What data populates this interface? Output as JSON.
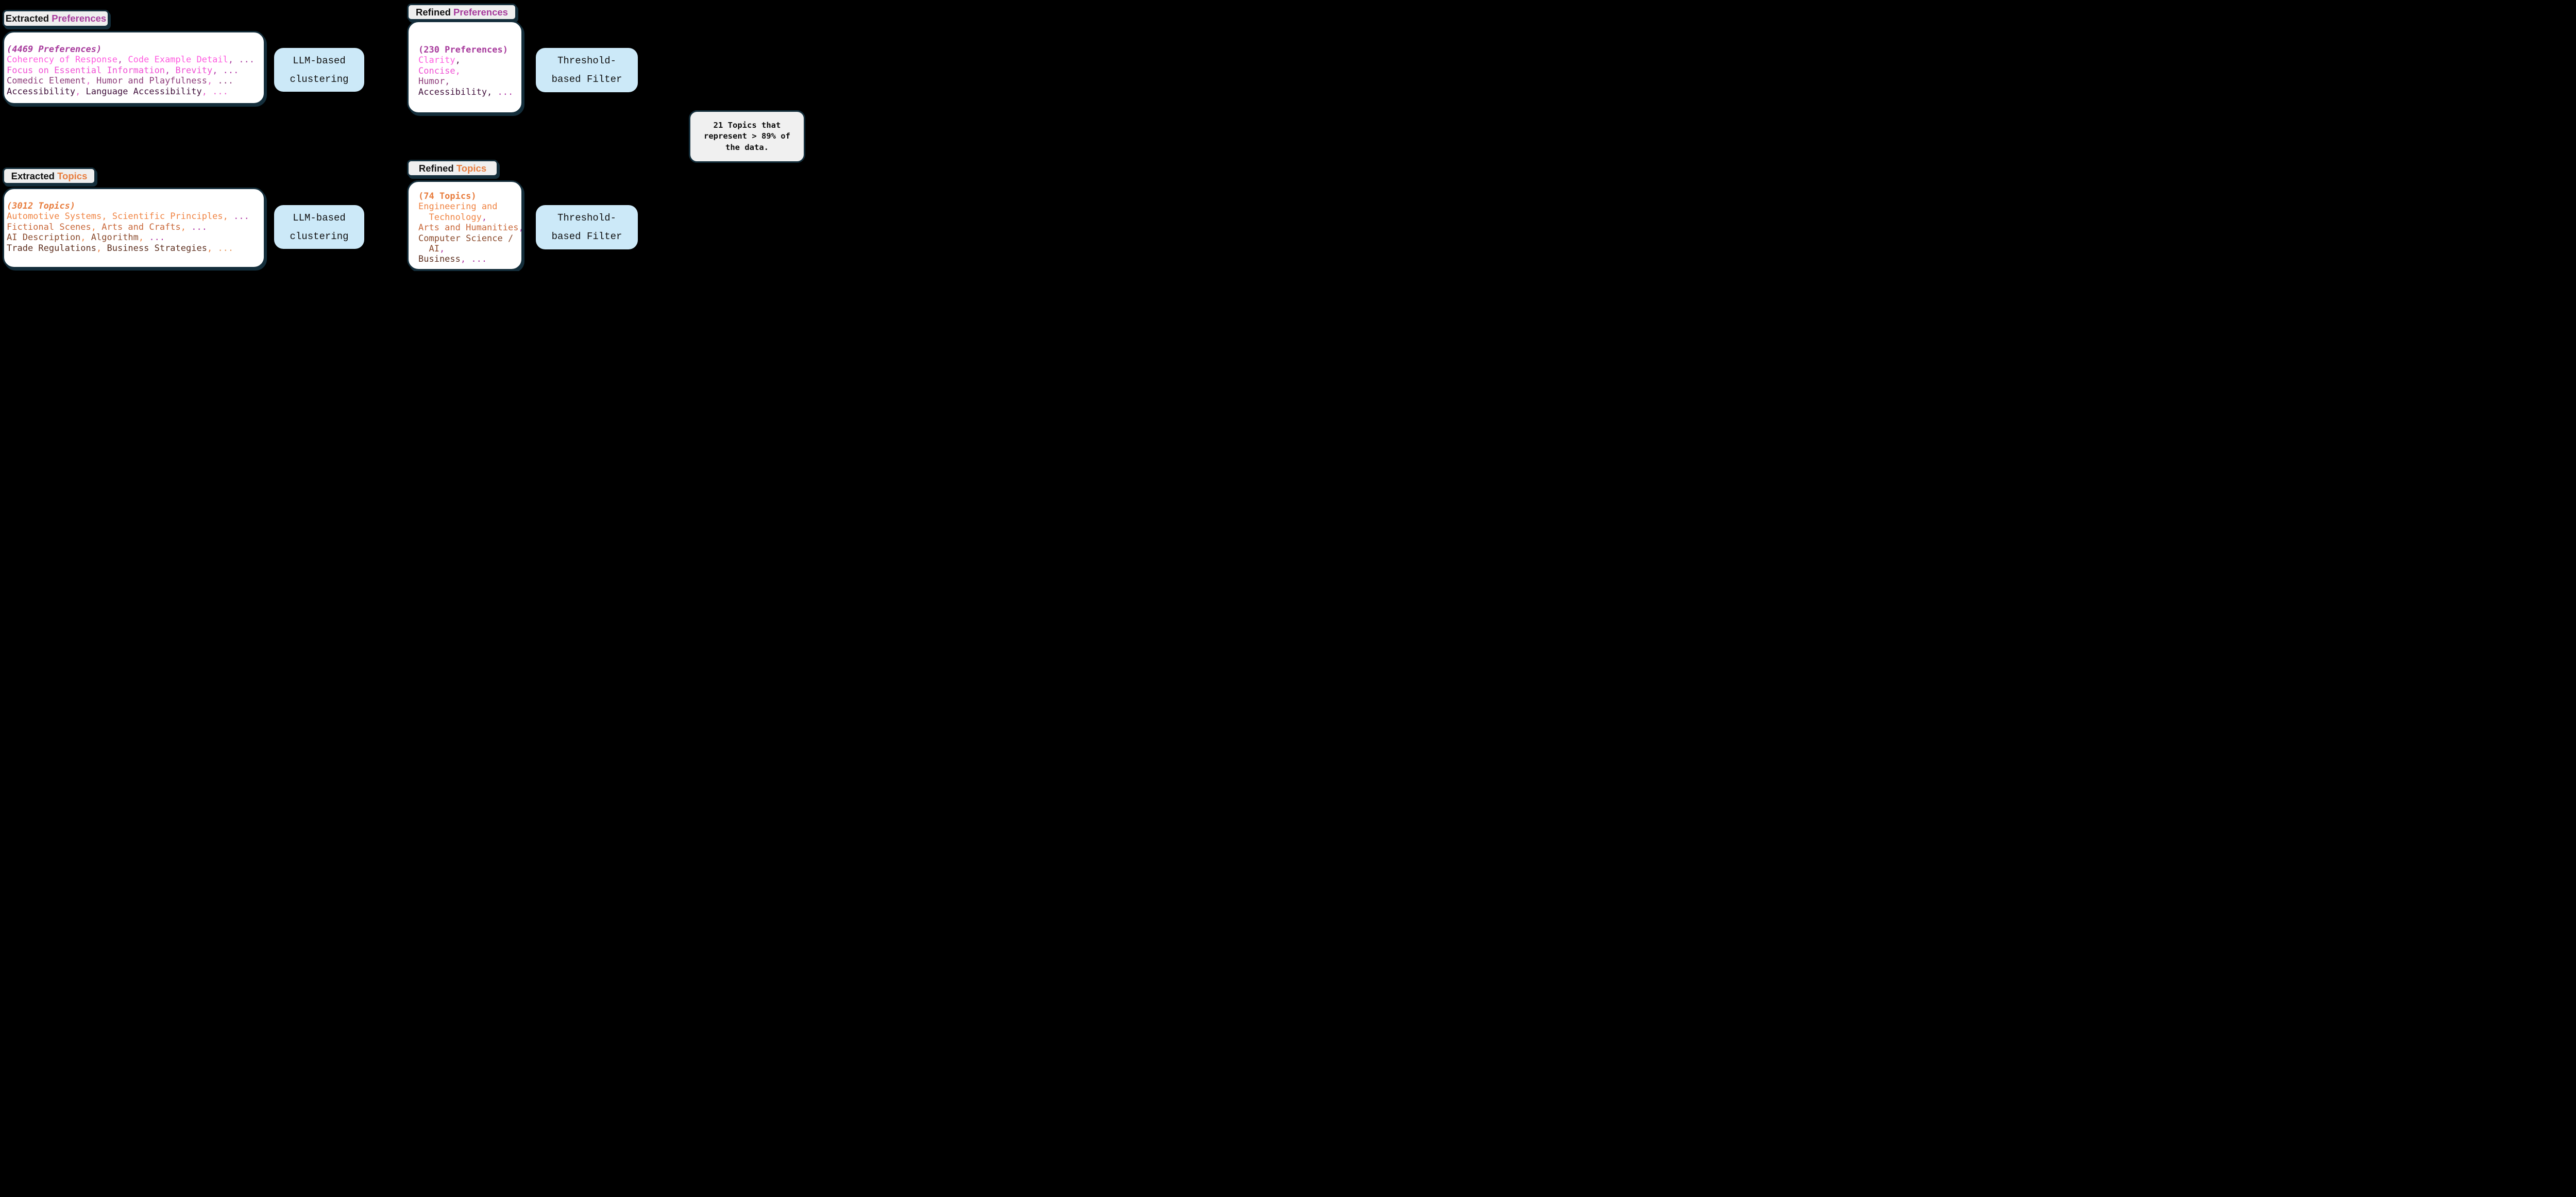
{
  "palette": {
    "navy": "#142e3b",
    "black": "#111111",
    "chip_bg": "#efefef",
    "card_bg": "#ffffff",
    "blue": "#cce9f8",
    "gray_bg": "#f0f0f0",
    "purple_hdr": "#a73a9c",
    "pink": "#ff5ce0",
    "pink2": "#f04fd4",
    "pink_punct": "#ea5ccb",
    "mauve": "#8e3d7b",
    "dark_purple": "#41113c",
    "magenta": "#ad32a2",
    "orange_hdr": "#e87d3e",
    "orange": "#f08443",
    "rust": "#c9683a",
    "brown": "#8a4a2c",
    "dark_brown": "#5e3020",
    "orange_light": "#e89a5f"
  },
  "chips": {
    "extracted_preferences": [
      {
        "t": "Extracted ",
        "c": "black"
      },
      {
        "t": "Preferences",
        "c": "purple_hdr"
      }
    ],
    "refined_preferences": [
      {
        "t": "Refined ",
        "c": "black"
      },
      {
        "t": "Preferences",
        "c": "purple_hdr"
      }
    ],
    "extracted_topics": [
      {
        "t": "Extracted ",
        "c": "black"
      },
      {
        "t": "Topics",
        "c": "orange_hdr"
      }
    ],
    "refined_topics": [
      {
        "t": "Refined ",
        "c": "black"
      },
      {
        "t": "Topics",
        "c": "orange_hdr"
      }
    ]
  },
  "boxes": {
    "extracted_preferences": {
      "header": [
        {
          "t": "(4469 Preferences)",
          "c": "purple_hdr"
        }
      ],
      "lines": [
        [
          {
            "t": "Coherency of Response",
            "c": "pink"
          },
          {
            "t": ", ",
            "c": "purple_hdr"
          },
          {
            "t": "Code Example Detail",
            "c": "pink"
          },
          {
            "t": ", ...",
            "c": "purple_hdr"
          }
        ],
        [
          {
            "t": "Focus on Essential Information",
            "c": "pink2"
          },
          {
            "t": ", ",
            "c": "magenta"
          },
          {
            "t": "Brevity",
            "c": "pink2"
          },
          {
            "t": ", ...",
            "c": "magenta"
          }
        ],
        [
          {
            "t": "Comedic Element",
            "c": "mauve"
          },
          {
            "t": ", ",
            "c": "pink_punct"
          },
          {
            "t": "Humor and Playfulness",
            "c": "mauve"
          },
          {
            "t": ", ",
            "c": "pink_punct"
          },
          {
            "t": "...",
            "c": "mauve"
          }
        ],
        [
          {
            "t": "Accessibility",
            "c": "dark_purple"
          },
          {
            "t": ", ",
            "c": "pink_punct"
          },
          {
            "t": "Language Accessibility",
            "c": "dark_purple"
          },
          {
            "t": ", ...",
            "c": "pink_punct"
          }
        ]
      ]
    },
    "refined_preferences": {
      "header": [
        {
          "t": "(230 Preferences)",
          "c": "purple_hdr"
        }
      ],
      "lines": [
        [
          {
            "t": "Clarity",
            "c": "pink"
          },
          {
            "t": ",",
            "c": "dark_purple"
          }
        ],
        [
          {
            "t": "Concise,",
            "c": "pink2"
          }
        ],
        [
          {
            "t": "Humor,",
            "c": "mauve"
          }
        ],
        [
          {
            "t": "Accessibility,",
            "c": "dark_purple"
          },
          {
            "t": " ...",
            "c": "magenta"
          }
        ]
      ]
    },
    "extracted_topics": {
      "header": [
        {
          "t": "(3012 Topics)",
          "c": "orange_hdr"
        }
      ],
      "lines": [
        [
          {
            "t": "Automotive Systems",
            "c": "orange"
          },
          {
            "t": ", ",
            "c": "orange"
          },
          {
            "t": "Scientific Principles",
            "c": "orange"
          },
          {
            "t": ", ",
            "c": "orange"
          },
          {
            "t": "...",
            "c": "magenta"
          }
        ],
        [
          {
            "t": "Fictional Scenes",
            "c": "rust"
          },
          {
            "t": ", ",
            "c": "orange"
          },
          {
            "t": "Arts and Crafts",
            "c": "rust"
          },
          {
            "t": ", ",
            "c": "orange"
          },
          {
            "t": "...",
            "c": "magenta"
          }
        ],
        [
          {
            "t": "AI Description",
            "c": "brown"
          },
          {
            "t": ", ",
            "c": "orange"
          },
          {
            "t": "Algorithm",
            "c": "brown"
          },
          {
            "t": ", ",
            "c": "orange"
          },
          {
            "t": "...",
            "c": "magenta"
          }
        ],
        [
          {
            "t": "Trade Regulations",
            "c": "dark_brown"
          },
          {
            "t": ", ",
            "c": "orange"
          },
          {
            "t": "Business Strategies",
            "c": "dark_brown"
          },
          {
            "t": ", ",
            "c": "orange"
          },
          {
            "t": "...",
            "c": "orange_light"
          }
        ]
      ]
    },
    "refined_topics": {
      "header": [
        {
          "t": "(74 Topics)",
          "c": "orange_hdr"
        }
      ],
      "lines": [
        [
          {
            "t": "Engineering and",
            "c": "orange"
          }
        ],
        [
          {
            "t": "  Technology",
            "c": "orange"
          },
          {
            "t": ",",
            "c": "magenta"
          }
        ],
        [
          {
            "t": "Arts and Humanities",
            "c": "rust"
          },
          {
            "t": ",",
            "c": "magenta"
          }
        ],
        [
          {
            "t": "Computer Science /",
            "c": "brown"
          }
        ],
        [
          {
            "t": "  AI",
            "c": "brown"
          },
          {
            "t": ",",
            "c": "magenta"
          }
        ],
        [
          {
            "t": "Business",
            "c": "dark_brown"
          },
          {
            "t": ", ...",
            "c": "magenta"
          }
        ]
      ]
    }
  },
  "processes": {
    "clustering": {
      "line1": "LLM-based",
      "line2": "clustering"
    },
    "filter": {
      "line1": "Threshold-",
      "line2": "based Filter"
    }
  },
  "result": {
    "lines": [
      "21 Topics that",
      "represent > 89% of",
      "the data."
    ]
  }
}
